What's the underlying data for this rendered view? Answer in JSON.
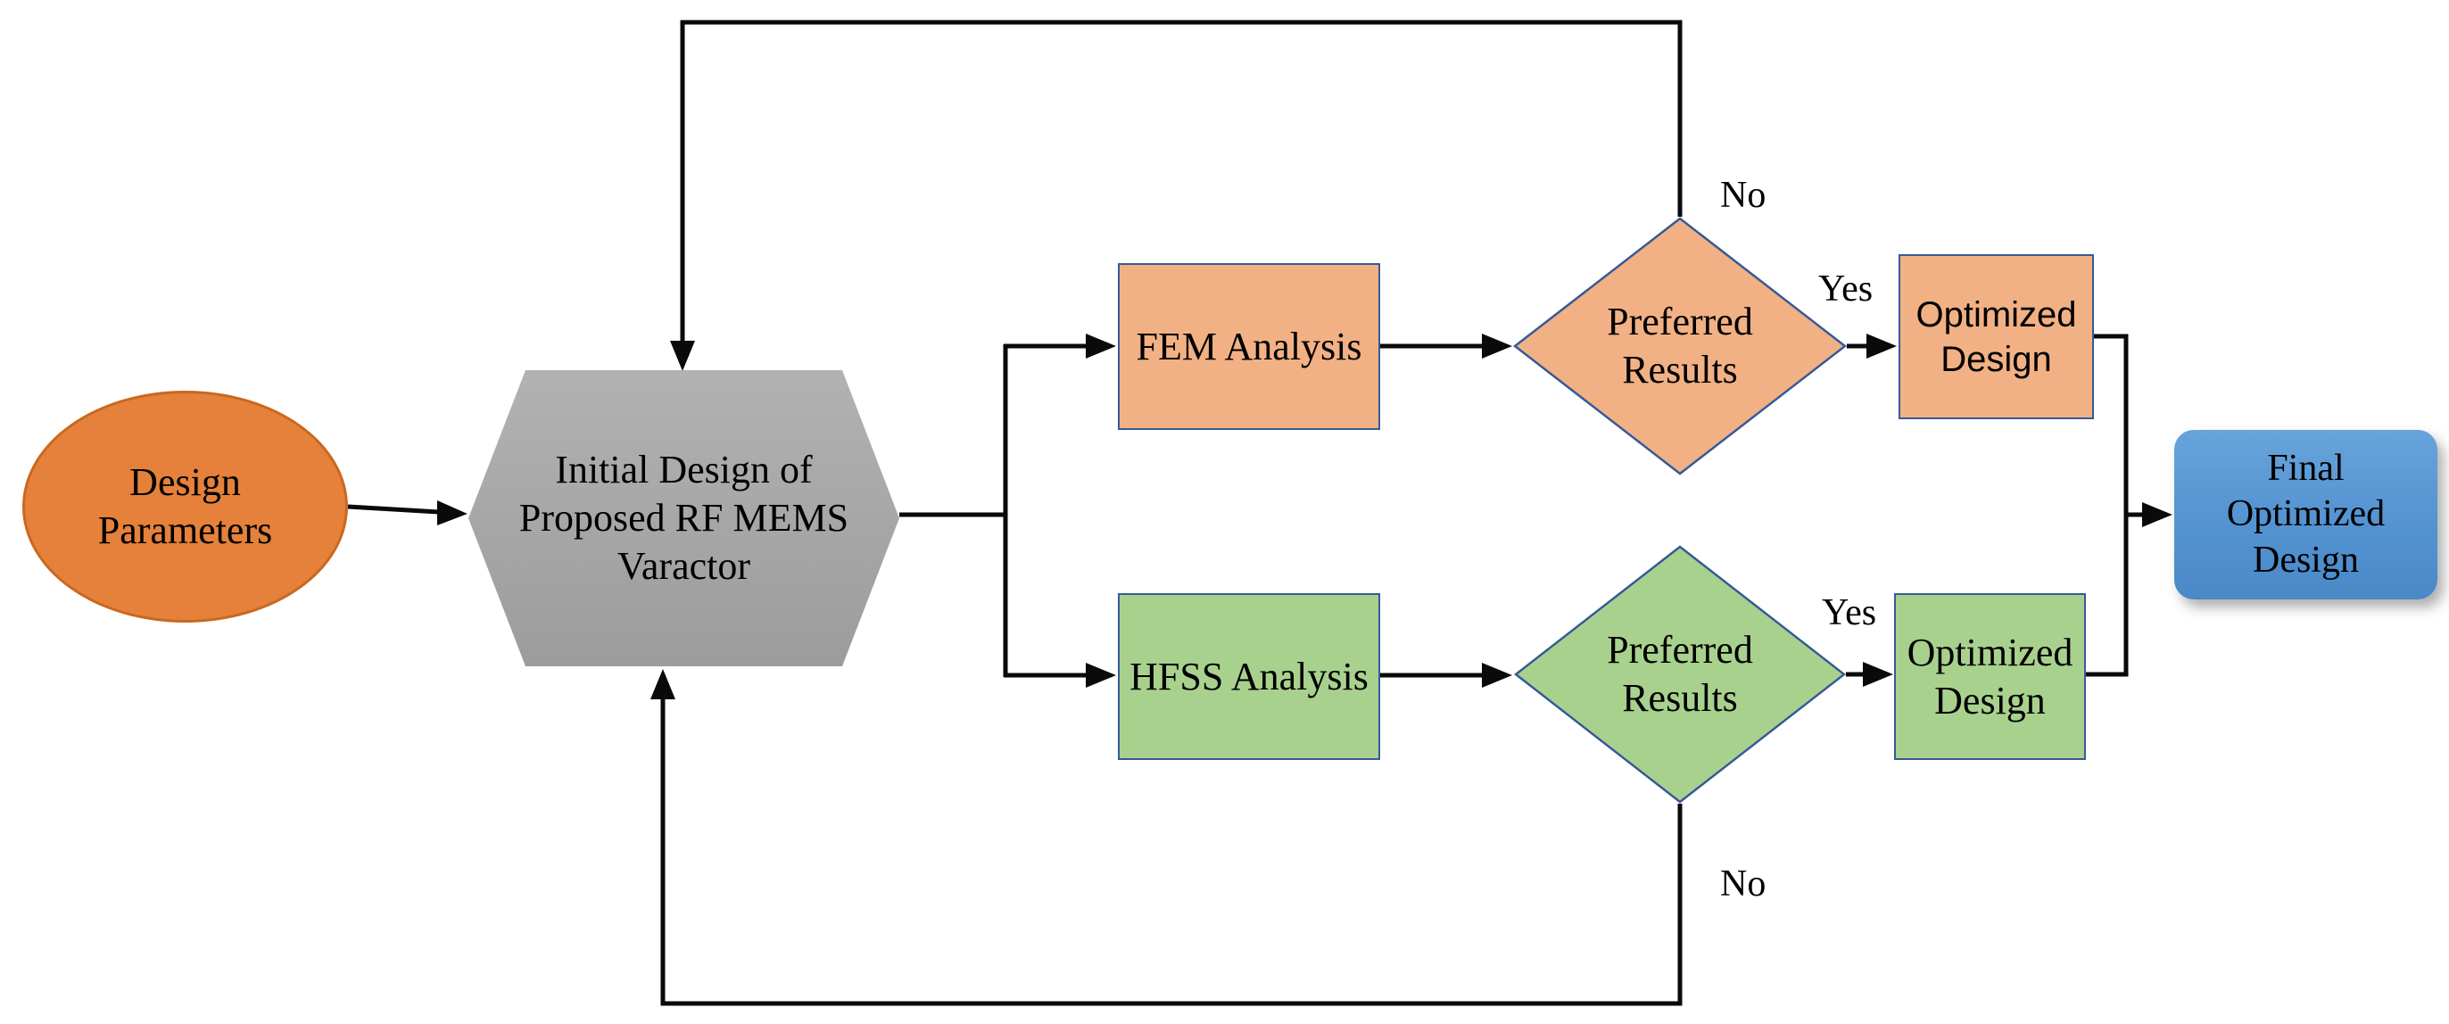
{
  "nodes": {
    "design_parameters": {
      "shape": "ellipse",
      "label": "Design Parameters",
      "lines": [
        "Design",
        "Parameters"
      ],
      "fill": "#E5813A",
      "border": "#C9681F"
    },
    "initial_design": {
      "shape": "hexagon",
      "label": "Initial Design of Proposed RF MEMS Varactor",
      "lines": [
        "Initial Design of",
        "Proposed RF MEMS",
        "Varactor"
      ],
      "fill": "#A9A9A9"
    },
    "fem_analysis": {
      "shape": "rectangle",
      "label": "FEM Analysis",
      "lines": [
        "FEM Analysis"
      ],
      "fill": "#F2B184",
      "border": "#365A96"
    },
    "hfss_analysis": {
      "shape": "rectangle",
      "label": "HFSS Analysis",
      "lines": [
        "HFSS Analysis"
      ],
      "fill": "#A9D18E",
      "border": "#365A96"
    },
    "preferred_results_top": {
      "shape": "diamond",
      "label": "Preferred Results",
      "lines": [
        "Preferred",
        "Results"
      ],
      "fill": "#F2B184",
      "border": "#365A96"
    },
    "preferred_results_bottom": {
      "shape": "diamond",
      "label": "Preferred Results",
      "lines": [
        "Preferred",
        "Results"
      ],
      "fill": "#A9D18E",
      "border": "#365A96"
    },
    "optimized_design_top": {
      "shape": "rectangle",
      "label": "Optimized Design",
      "lines": [
        "Optimized",
        "Design"
      ],
      "fill": "#F2B184",
      "border": "#365A96"
    },
    "optimized_design_bottom": {
      "shape": "rectangle",
      "label": "Optimized Design",
      "lines": [
        "Optimized",
        "Design"
      ],
      "fill": "#A9D18E",
      "border": "#365A96"
    },
    "final_optimized_design": {
      "shape": "rounded-rectangle",
      "label": "Final Optimized Design",
      "lines": [
        "Final",
        "Optimized",
        "Design"
      ],
      "fill": "#5B9BD5"
    }
  },
  "edge_labels": {
    "no_top": "No",
    "yes_top": "Yes",
    "yes_bottom": "Yes",
    "no_bottom": "No"
  },
  "edges": [
    {
      "from": "design_parameters",
      "to": "initial_design",
      "label": ""
    },
    {
      "from": "initial_design",
      "to": "fem_analysis",
      "label": ""
    },
    {
      "from": "initial_design",
      "to": "hfss_analysis",
      "label": ""
    },
    {
      "from": "fem_analysis",
      "to": "preferred_results_top",
      "label": ""
    },
    {
      "from": "preferred_results_top",
      "to": "optimized_design_top",
      "label": "Yes"
    },
    {
      "from": "preferred_results_top",
      "to": "initial_design",
      "label": "No"
    },
    {
      "from": "hfss_analysis",
      "to": "preferred_results_bottom",
      "label": ""
    },
    {
      "from": "preferred_results_bottom",
      "to": "optimized_design_bottom",
      "label": "Yes"
    },
    {
      "from": "preferred_results_bottom",
      "to": "initial_design",
      "label": "No"
    },
    {
      "from": "optimized_design_top",
      "to": "final_optimized_design",
      "label": ""
    },
    {
      "from": "optimized_design_bottom",
      "to": "final_optimized_design",
      "label": ""
    }
  ],
  "colors": {
    "background": "#FFFFFF",
    "line": "#0A0A0A",
    "text": "#000000",
    "peach": "#F2B184",
    "green": "#A9D18E",
    "gray": "#A9A9A9",
    "orange": "#E5813A",
    "blue": "#5B9BD5",
    "node_border_blue": "#365A96"
  }
}
